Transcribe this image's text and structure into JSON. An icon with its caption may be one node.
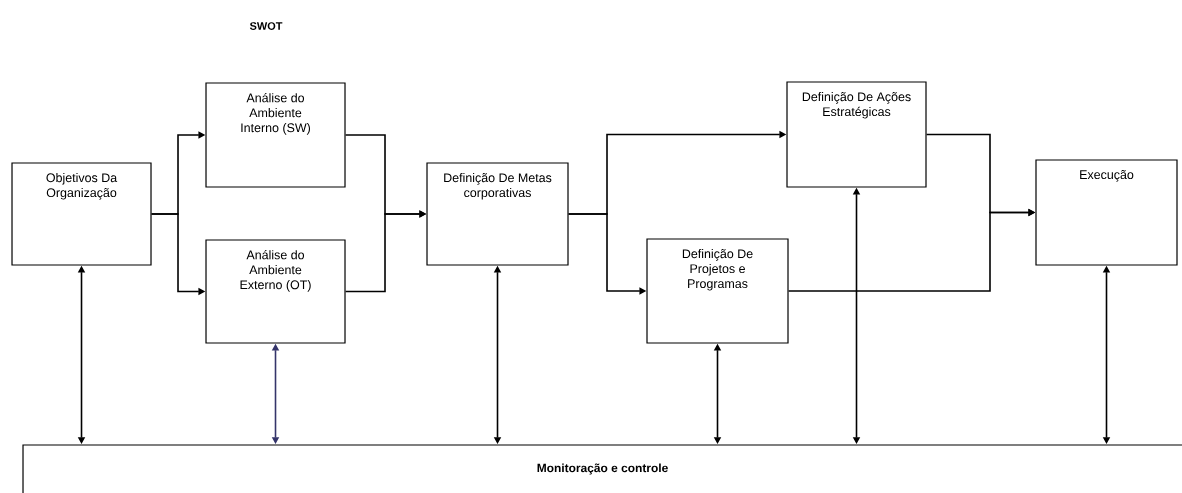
{
  "diagram": {
    "title": "SWOT",
    "nodes": [
      {
        "text": [
          "Objetivos Da Organização"
        ]
      },
      {
        "text": [
          "Análise do Ambiente Interno (SW)"
        ]
      },
      {
        "text": [
          "Análise do Ambiente Externo (OT)"
        ]
      },
      {
        "text": [
          "Definição De Metas corporativas"
        ]
      },
      {
        "text": [
          "Definição De Ações Estratégicas"
        ]
      },
      {
        "text": [
          "Definição De Projetos e Programas"
        ]
      },
      {
        "text": [
          "Execução"
        ]
      },
      {
        "text": [
          "Monitoração e controle"
        ]
      }
    ],
    "edges": [
      {
        "from": 0,
        "to": 1,
        "arrow": "to"
      },
      {
        "from": 0,
        "to": 2,
        "arrow": "to"
      },
      {
        "from": 1,
        "to": 3,
        "arrow": "to"
      },
      {
        "from": 2,
        "to": 3,
        "arrow": "to"
      },
      {
        "from": 3,
        "to": 4,
        "arrow": "to"
      },
      {
        "from": 3,
        "to": 5,
        "arrow": "to"
      },
      {
        "from": 4,
        "to": 6,
        "arrow": "to"
      },
      {
        "from": 5,
        "to": 6,
        "arrow": "to"
      },
      {
        "from": 0,
        "to": 7,
        "arrow": "both"
      },
      {
        "from": 2,
        "to": 7,
        "arrow": "both",
        "color": "#34346a"
      },
      {
        "from": 3,
        "to": 7,
        "arrow": "both"
      },
      {
        "from": 5,
        "to": 7,
        "arrow": "both"
      },
      {
        "from": 4,
        "to": 7,
        "arrow": "both"
      },
      {
        "from": 6,
        "to": 7,
        "arrow": "both"
      }
    ]
  }
}
